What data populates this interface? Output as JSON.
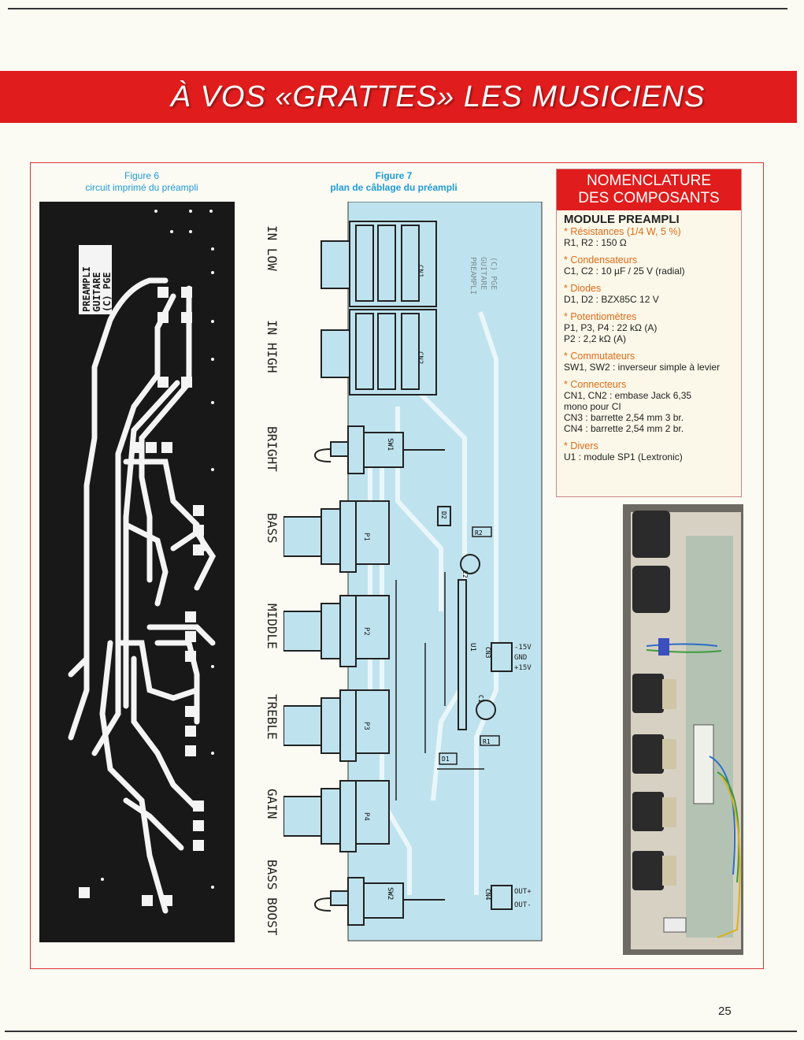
{
  "banner": {
    "title": "À VOS «GRATTES» LES MUSICIENS"
  },
  "figure6": {
    "number": "Figure 6",
    "caption": "circuit imprimé du préampli",
    "pcb_text": [
      "PREAMPLI",
      "GUITARE",
      "(C) PGE"
    ]
  },
  "figure7": {
    "number": "Figure 7",
    "caption": "plan de câblage du préampli",
    "labels": [
      "IN LOW",
      "IN HIGH",
      "BRIGHT",
      "BASS",
      "MIDDLE",
      "TREBLE",
      "GAIN",
      "BASS BOOST"
    ],
    "components": [
      "CN1",
      "CN2",
      "SW1",
      "D2",
      "R2",
      "P1",
      "C2",
      "P2",
      "U1",
      "CN3",
      "C1",
      "P3",
      "R1",
      "D1",
      "P4",
      "SW2",
      "CN4"
    ],
    "cn3_pins": [
      "-15V",
      "GND",
      "+15V"
    ],
    "cn4_pins": [
      "OUT+",
      "OUT-"
    ]
  },
  "nomenclature": {
    "title_line1": "NOMENCLATURE",
    "title_line2": "DES COMPOSANTS",
    "module": "MODULE PREAMPLI",
    "sections": [
      {
        "cat": "* Résistances (1/4 W, 5 %)",
        "lines": [
          "R1, R2 : 150 Ω"
        ]
      },
      {
        "cat": "* Condensateurs",
        "lines": [
          "C1, C2 : 10 µF / 25 V (radial)"
        ]
      },
      {
        "cat": "* Diodes",
        "lines": [
          "D1, D2 : BZX85C 12 V"
        ]
      },
      {
        "cat": "* Potentiomètres",
        "lines": [
          "P1, P3, P4 : 22 kΩ (A)",
          "P2 : 2,2 kΩ (A)"
        ]
      },
      {
        "cat": "* Commutateurs",
        "lines": [
          "SW1, SW2 : inverseur simple à levier"
        ]
      },
      {
        "cat": "* Connecteurs",
        "lines": [
          "CN1, CN2 : embase Jack 6,35",
          "mono pour CI",
          "CN3 : barrette 2,54 mm 3 br.",
          "CN4 : barrette 2,54 mm 2 br."
        ]
      },
      {
        "cat": "* Divers",
        "lines": [
          "U1 : module SP1 (Lextronic)"
        ]
      }
    ]
  },
  "page_number": "25",
  "colors": {
    "banner_red": "#e01c1c",
    "caption_blue": "#1e9bd6",
    "category_orange": "#e06a18",
    "board_blue": "#bfe3ee"
  }
}
